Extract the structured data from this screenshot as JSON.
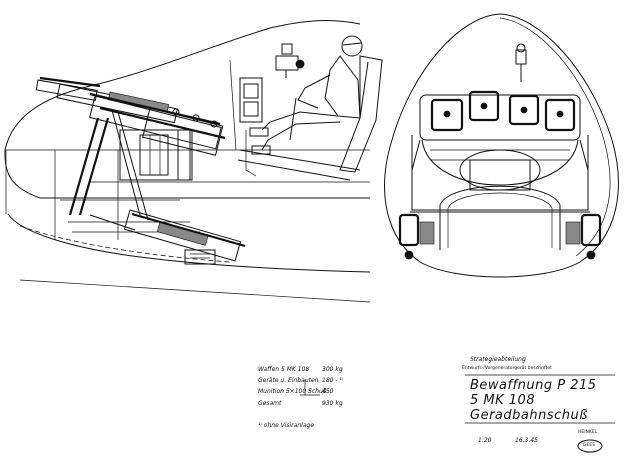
{
  "title_block": {
    "main_line1": "Bewaffnung P 215",
    "main_line2": "5 MK 108",
    "main_line3": "Geradbahnschuß",
    "header": "Strategieabteilung",
    "header_sub": "Entwurfs-/Vorgeneratorgerät beschriftet",
    "scale": "1:20",
    "date": "16.3.45",
    "company": "HEINKEL",
    "company_sub": "GEES"
  },
  "weights": {
    "rows": [
      {
        "label": "Waffen 5 MK 108",
        "value": "300 kg"
      },
      {
        "label": "Geräte u. Einbauten",
        "value": "180 - ¹⁾"
      },
      {
        "label": "Munition 5×100 Schuß",
        "value": "450"
      },
      {
        "label": "Gesamt",
        "value": "930 kg"
      }
    ],
    "footnote": "¹⁾ ohne Visiranlage"
  }
}
